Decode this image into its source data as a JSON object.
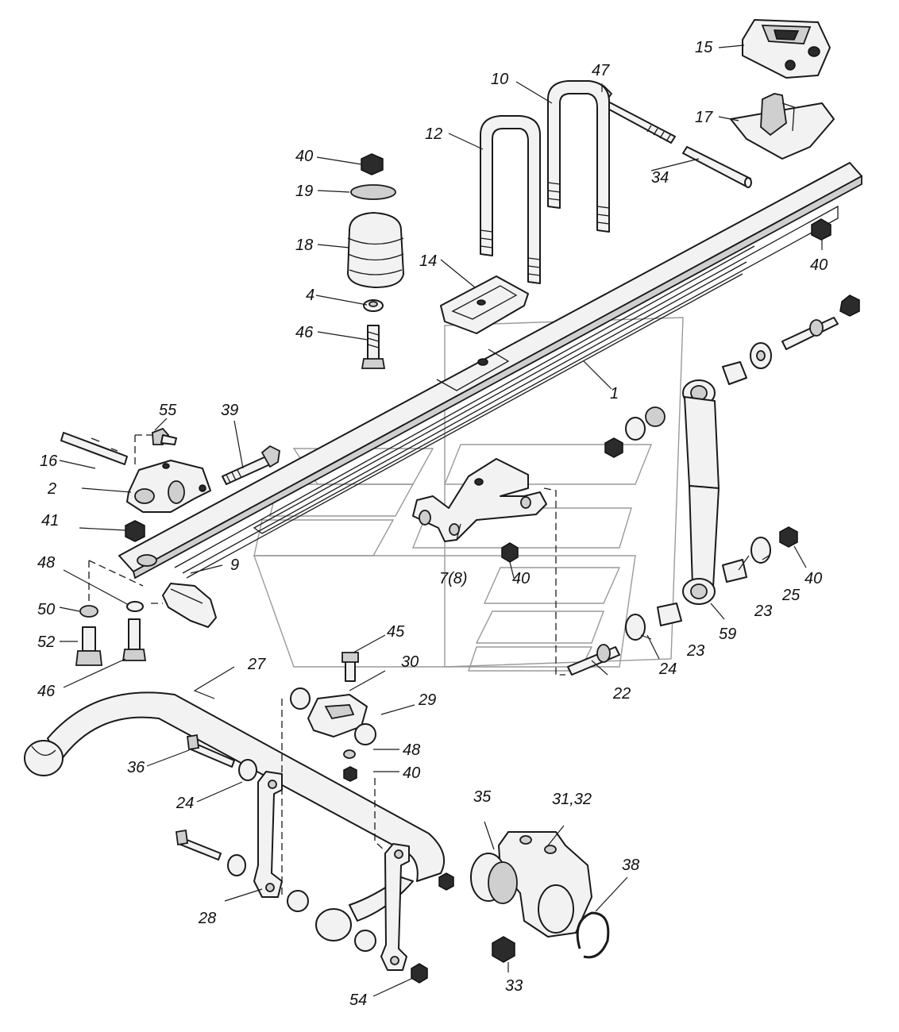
{
  "labels": {
    "l1": "1",
    "l2": "2",
    "l4": "4",
    "l7": "7(8)",
    "l9": "9",
    "l10": "10",
    "l12": "12",
    "l14": "14",
    "l15": "15",
    "l16": "16",
    "l17": "17",
    "l18": "18",
    "l19": "19",
    "l22": "22",
    "l23a": "23",
    "l23b": "23",
    "l24a": "24",
    "l24b": "24",
    "l25": "25",
    "l27": "27",
    "l28": "28",
    "l29": "29",
    "l30": "30",
    "l31": "31,32",
    "l33": "33",
    "l34": "34",
    "l35": "35",
    "l36": "36",
    "l38": "38",
    "l39": "39",
    "l40a": "40",
    "l40b": "40",
    "l40c": "40",
    "l40d": "40",
    "l40e": "40",
    "l41": "41",
    "l45": "45",
    "l46a": "46",
    "l46b": "46",
    "l47": "47",
    "l48a": "48",
    "l48b": "48",
    "l50": "50",
    "l52": "52",
    "l54": "54",
    "l55": "55",
    "l59": "59"
  }
}
